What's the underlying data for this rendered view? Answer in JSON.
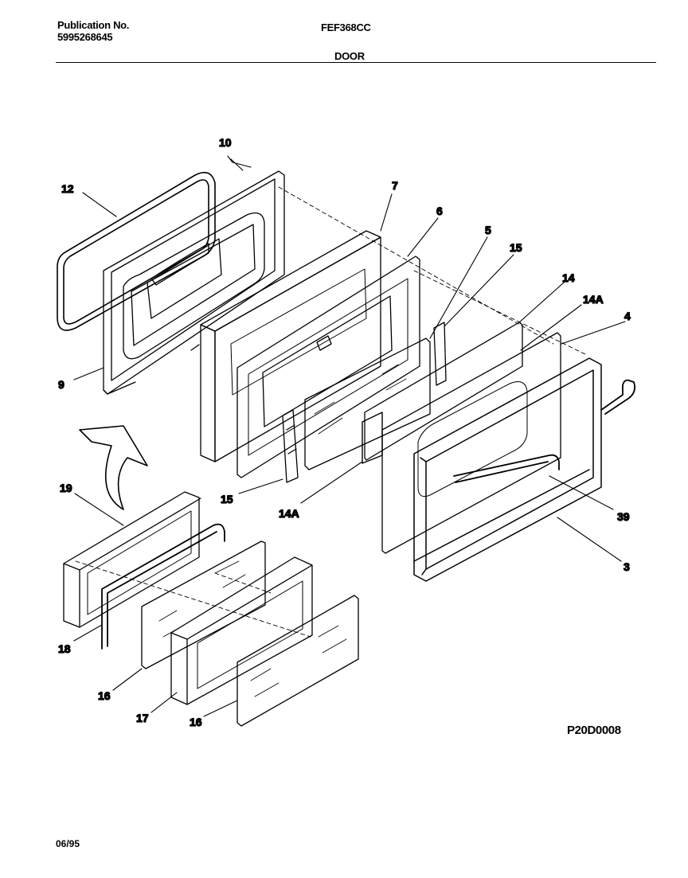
{
  "header": {
    "publication_label": "Publication No.",
    "publication_number": "5995268645",
    "model": "FEF368CC",
    "section": "DOOR"
  },
  "callouts": [
    {
      "id": "c10",
      "text": "10"
    },
    {
      "id": "c12",
      "text": "12"
    },
    {
      "id": "c7",
      "text": "7"
    },
    {
      "id": "c6",
      "text": "6"
    },
    {
      "id": "c5",
      "text": "5"
    },
    {
      "id": "c15a",
      "text": "15"
    },
    {
      "id": "c14",
      "text": "14"
    },
    {
      "id": "c14a1",
      "text": "14A"
    },
    {
      "id": "c4",
      "text": "4"
    },
    {
      "id": "c9",
      "text": "9"
    },
    {
      "id": "c15b",
      "text": "15"
    },
    {
      "id": "c14a2",
      "text": "14A"
    },
    {
      "id": "c39",
      "text": "39"
    },
    {
      "id": "c3",
      "text": "3"
    },
    {
      "id": "c19",
      "text": "19"
    },
    {
      "id": "c18",
      "text": "18"
    },
    {
      "id": "c16a",
      "text": "16"
    },
    {
      "id": "c17",
      "text": "17"
    },
    {
      "id": "c16b",
      "text": "16"
    }
  ],
  "drawing_code": "P20D0008",
  "footer": {
    "date": "06/95"
  }
}
